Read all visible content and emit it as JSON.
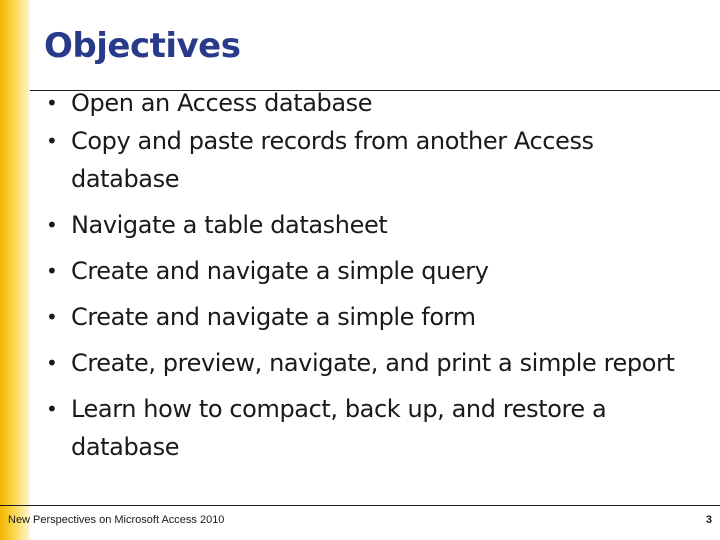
{
  "slide": {
    "title": "Objectives",
    "bullets": [
      "Open an Access database",
      "Copy and paste records from another Access database",
      "Navigate a table datasheet",
      "Create and navigate a simple query",
      "Create and navigate a simple form",
      "Create, preview, navigate, and print a simple report",
      "Learn how to compact, back up, and restore a database"
    ],
    "bullet_symbol": "•"
  },
  "footer": {
    "text": "New Perspectives on Microsoft Access 2010",
    "page_number": "3"
  },
  "colors": {
    "title": "#2a3a8a",
    "accent_bar": "#f2b400",
    "text": "#1a1a1a"
  }
}
